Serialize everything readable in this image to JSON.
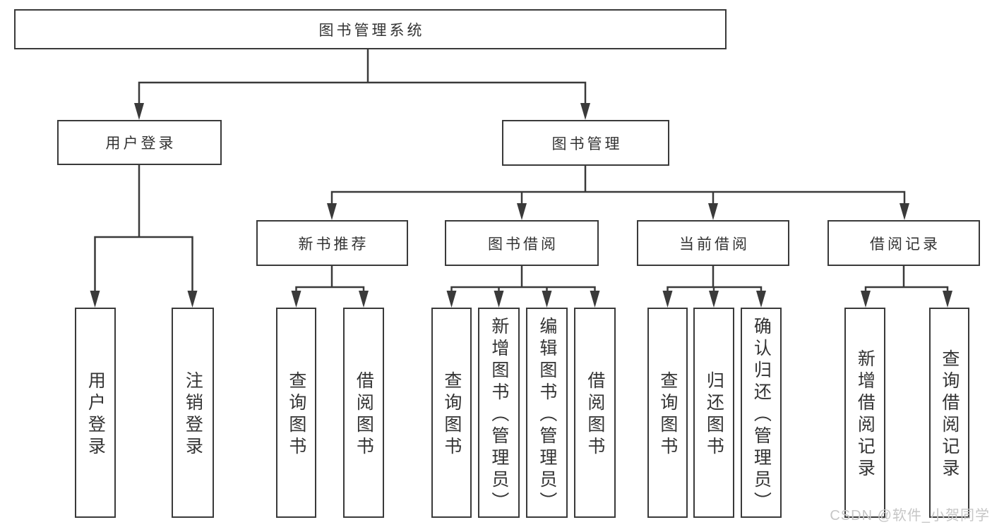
{
  "nodes": {
    "root": "图书管理系统",
    "level2": [
      "用户登录",
      "图书管理"
    ],
    "level3": [
      "新书推荐",
      "图书借阅",
      "当前借阅",
      "借阅记录"
    ],
    "leaves": {
      "user_login": [
        "用户登录",
        "注销登录"
      ],
      "new_book_rec": [
        "查询图书",
        "借阅图书"
      ],
      "book_borrow": [
        "查询图书",
        "新增图书（管理员）",
        "编辑图书（管理员）",
        "借阅图书"
      ],
      "current_borrow": [
        "查询图书",
        "归还图书",
        "确认归还（管理员）"
      ],
      "borrow_record": [
        "新增借阅记录",
        "查询借阅记录"
      ]
    }
  },
  "watermark": "CSDN @软件_小贺同学",
  "colors": {
    "line": "#3a3a3a",
    "text": "#333333",
    "watermark": "#c6c6c6",
    "background": "#ffffff"
  }
}
